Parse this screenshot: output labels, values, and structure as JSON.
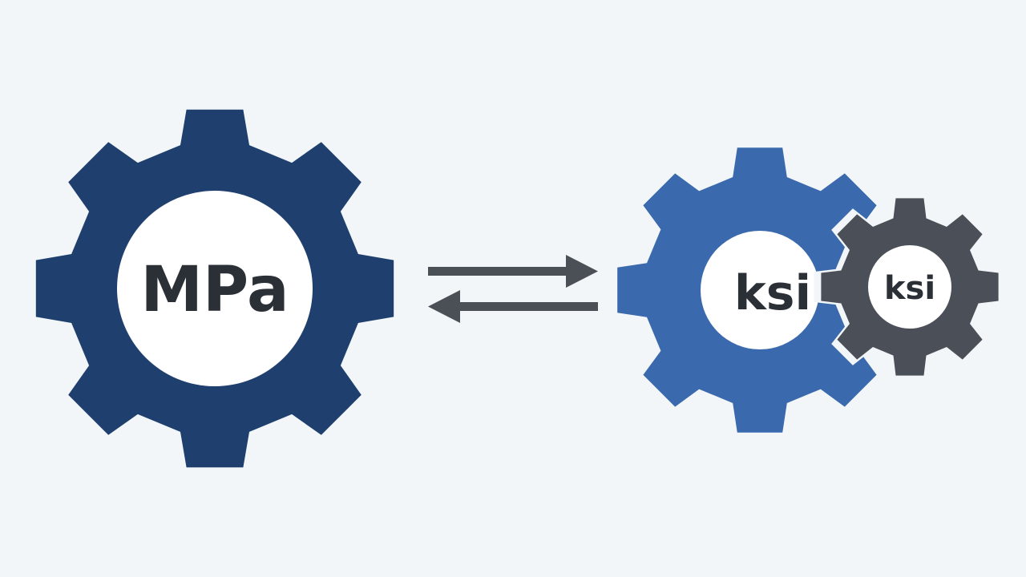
{
  "left_gear": {
    "label": "MPa",
    "color": "#1f3f6f",
    "label_color": "#2b2f36"
  },
  "right_gears": {
    "large": {
      "label": "ksi",
      "color": "#3a6aad",
      "label_color": "#2b2f36"
    },
    "small": {
      "label": "ksi",
      "color": "#4a4f58",
      "label_color": "#2b2f36"
    }
  },
  "arrows": {
    "icon": "bidirectional-arrows",
    "color": "#4b4f56"
  },
  "background_color": "#f3f6f9"
}
